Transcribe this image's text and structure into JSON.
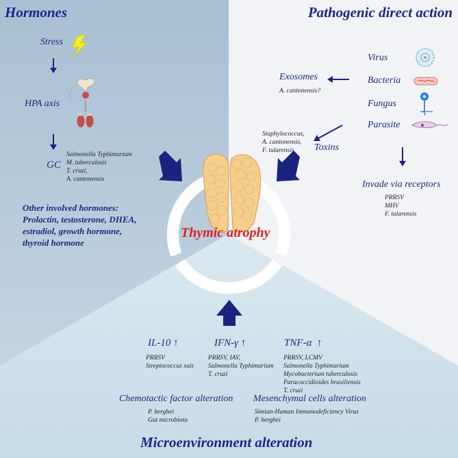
{
  "regions": {
    "hormones": {
      "title": "Hormones",
      "stress": "Stress",
      "hpa": "HPA axis",
      "gc": "GC",
      "gc_examples": [
        "Salmonella Typhimurium",
        "M. tuberculosis",
        "T. cruzi,",
        "A. cantonensis"
      ],
      "other": [
        "Other involved hormones:",
        "Prolactin, testosterone, DHEA,",
        "estradiol, growth hormone,",
        "thyroid hormone"
      ]
    },
    "pathogenic": {
      "title": "Pathogenic direct action",
      "pathogens": [
        "Virus",
        "Bacteria",
        "Fungus",
        "Parasite"
      ],
      "exosomes": "Exosomes",
      "exosomes_example": "A. cantonensis?",
      "toxins": "Toxins",
      "toxins_examples": [
        "Staphylococcus,",
        "A. cantonensis,",
        "F. tularensis"
      ],
      "invade": "Invade via receptors",
      "invade_examples": [
        "PRRSV",
        "MHV",
        "F. tularensis"
      ]
    },
    "micro": {
      "title": "Microenvironment alteration",
      "il10": "IL-10",
      "il10_examples": [
        "PRRSV",
        "Streptococcus suis"
      ],
      "ifng": "IFN-γ",
      "ifng_examples": [
        "PRRSV, IAV,",
        "Salmonella Typhimurium",
        "T. cruzi"
      ],
      "tnfa": "TNF-α",
      "tnfa_examples": [
        "PRRSV, LCMV",
        "Salmonella Typhimurium",
        "Mycobacterium tuberculosis",
        "Paracoccidioides brasiliensis",
        "T. cruzi"
      ],
      "up_arrow": "↑",
      "chemo": "Chemotactic factor alteration",
      "chemo_examples": [
        "P. berghei",
        "Gut microbiota"
      ],
      "mesen": "Mesenchymal cells alteration",
      "mesen_examples": [
        "Simian-Human Immunodeficiency Virus",
        "P. berghei"
      ]
    }
  },
  "center": {
    "label": "Thymic atrophy"
  },
  "colors": {
    "hormones_bg": "#b5c8d8",
    "pathogenic_bg": "#f0f2f5",
    "micro_bg": "#d0e0ea",
    "arrow": "#1a237e",
    "center_text": "#e0201e",
    "title_text": "#1e2586"
  },
  "icons": [
    "lightning-icon",
    "hypothalamus-pituitary-icon",
    "adrenal-glands-icon",
    "virus-icon",
    "bacteria-icon",
    "fungus-icon",
    "parasite-icon",
    "thymus-icon"
  ]
}
